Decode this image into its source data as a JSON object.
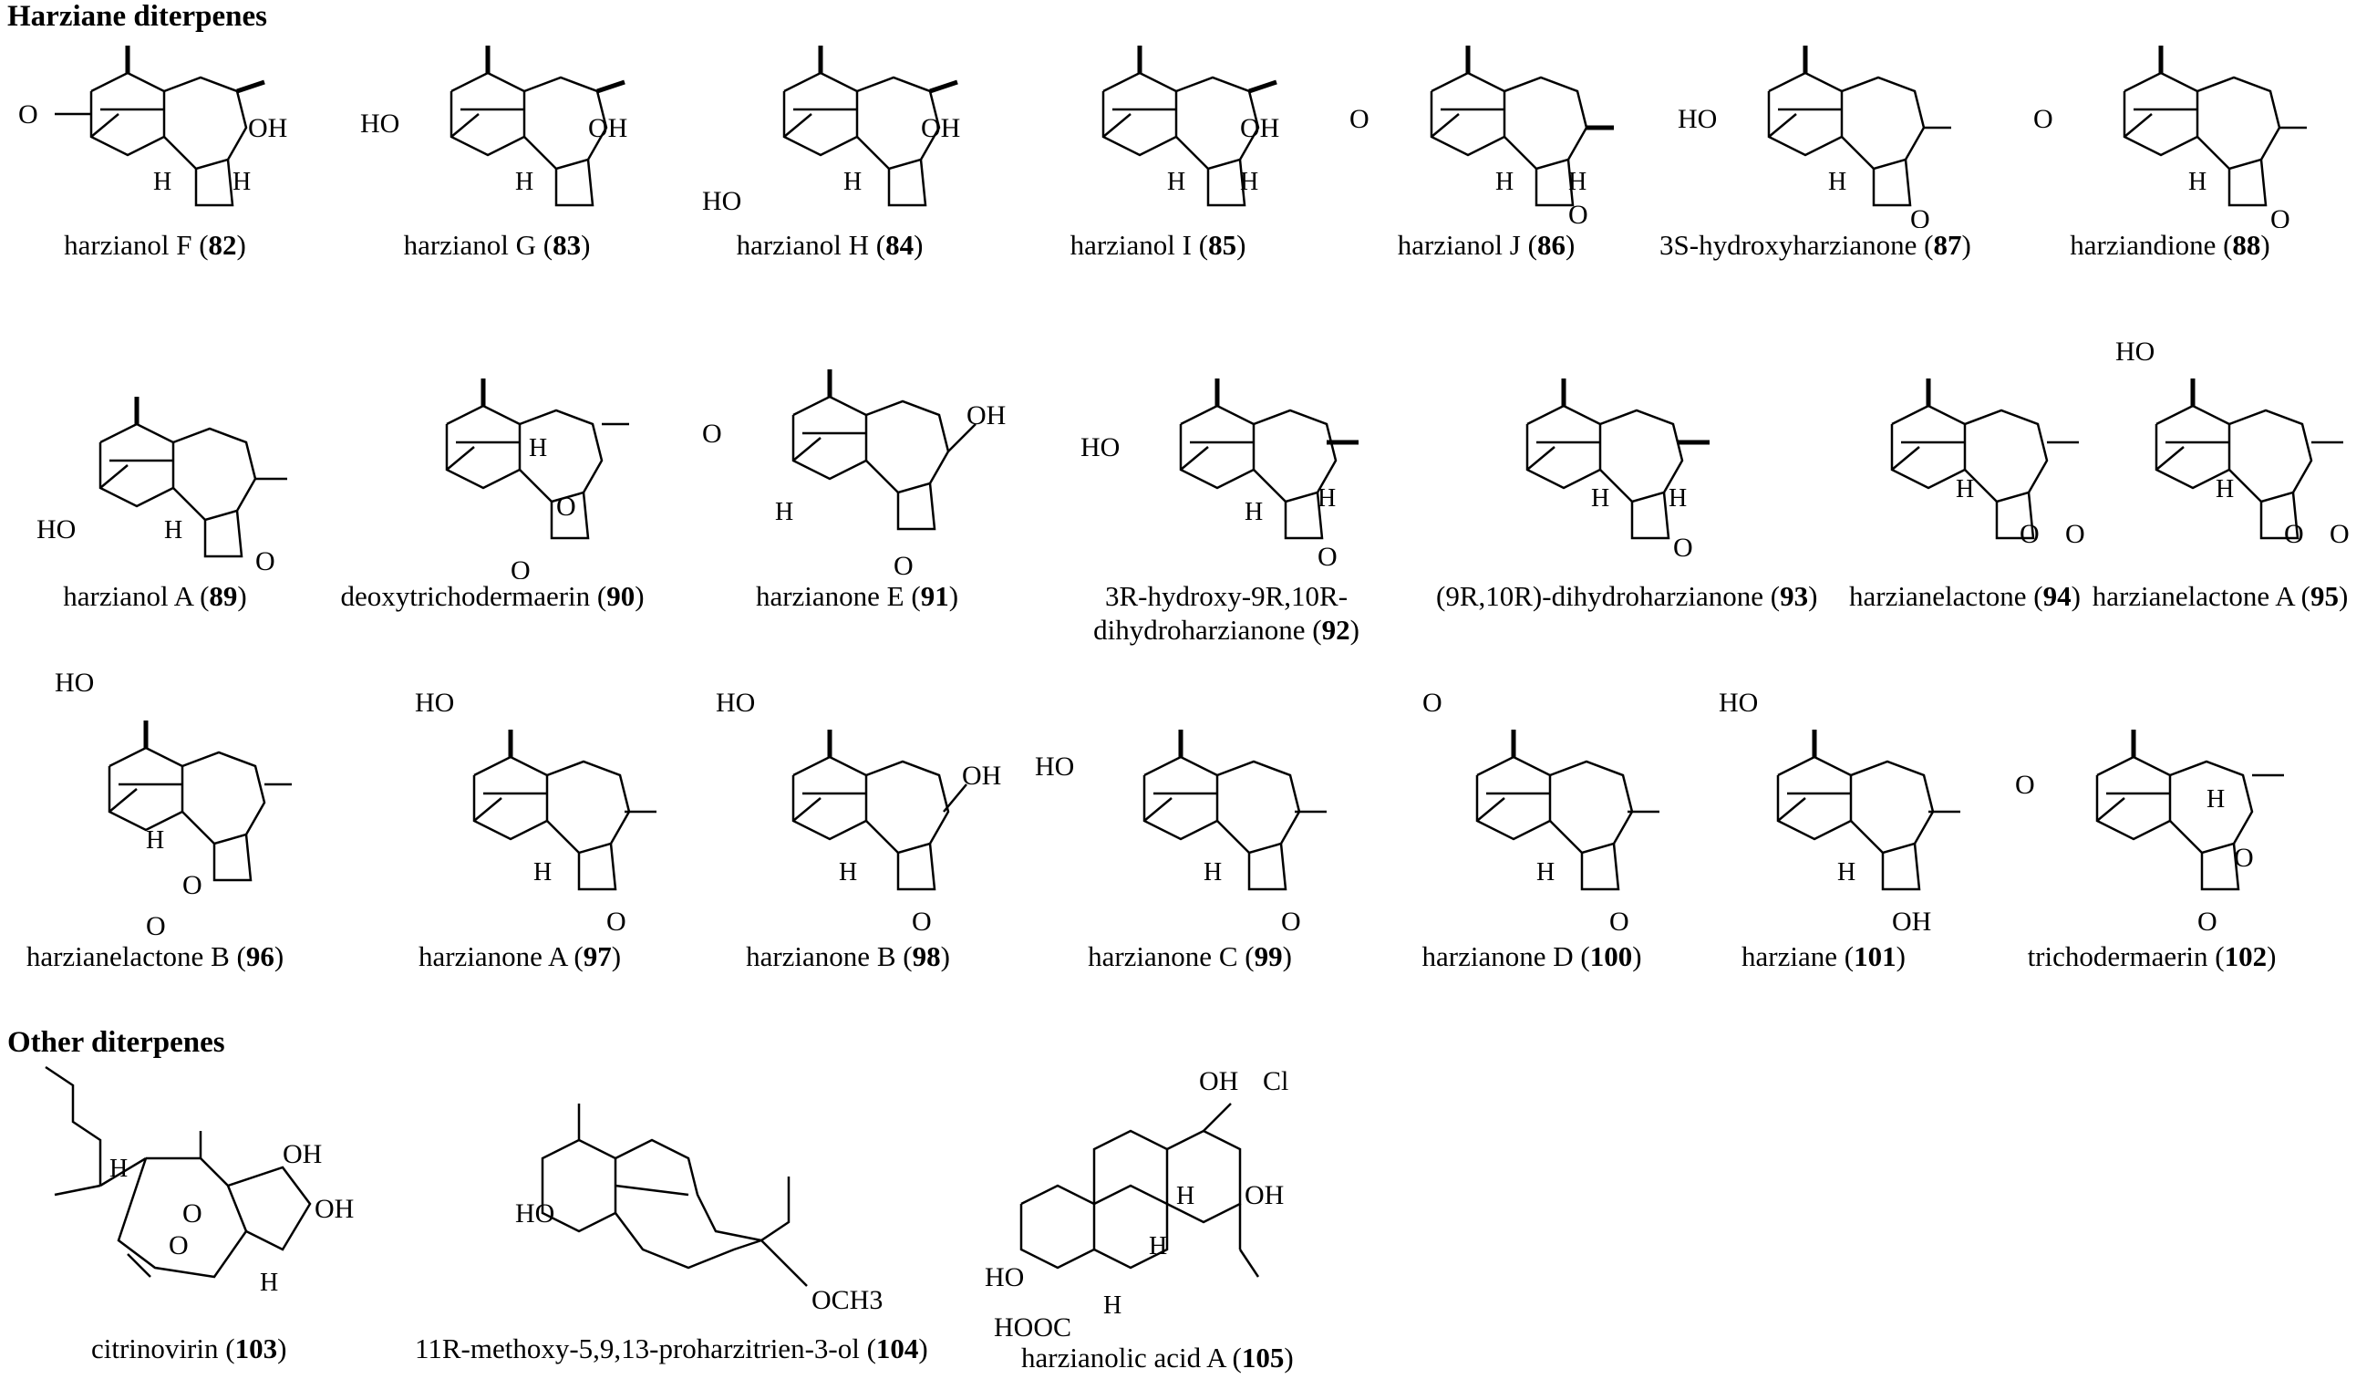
{
  "sections": {
    "harziane_title": "Harziane diterpenes",
    "other_title": "Other diterpenes"
  },
  "compounds": [
    {
      "name": "harzianol F",
      "num": "82"
    },
    {
      "name": "harzianol G",
      "num": "83"
    },
    {
      "name": "harzianol H",
      "num": "84"
    },
    {
      "name": "harzianol I",
      "num": "85"
    },
    {
      "name": "harzianol J",
      "num": "86"
    },
    {
      "name": "3S-hydroxyharzianone",
      "num": "87"
    },
    {
      "name": "harziandione",
      "num": "88"
    },
    {
      "name": "harzianol A",
      "num": "89"
    },
    {
      "name": "deoxytrichodermaerin",
      "num": "90"
    },
    {
      "name": "harzianone E",
      "num": "91"
    },
    {
      "name": "3R-hydroxy-9R,10R-dihydroharzianone",
      "num": "92"
    },
    {
      "name": "(9R,10R)-dihydroharzianone",
      "num": "93"
    },
    {
      "name": "harzianelactone",
      "num": "94"
    },
    {
      "name": "harzianelactone A",
      "num": "95"
    },
    {
      "name": "harzianelactone B",
      "num": "96"
    },
    {
      "name": "harzianone A",
      "num": "97"
    },
    {
      "name": "harzianone B",
      "num": "98"
    },
    {
      "name": "harzianone C",
      "num": "99"
    },
    {
      "name": "harzianone D",
      "num": "100"
    },
    {
      "name": "harziane",
      "num": "101"
    },
    {
      "name": "trichodermaerin",
      "num": "102"
    },
    {
      "name": "citrinovirin",
      "num": "103"
    },
    {
      "name": "11R-methoxy-5,9,13-proharzitrien-3-ol",
      "num": "104"
    },
    {
      "name": "harzianolic acid A",
      "num": "105"
    }
  ],
  "atom_labels": {
    "O": "O",
    "OH": "OH",
    "HO": "HO",
    "H": "H",
    "Cl": "Cl",
    "OCH3": "OCH3",
    "HOOC": "HOOC"
  }
}
